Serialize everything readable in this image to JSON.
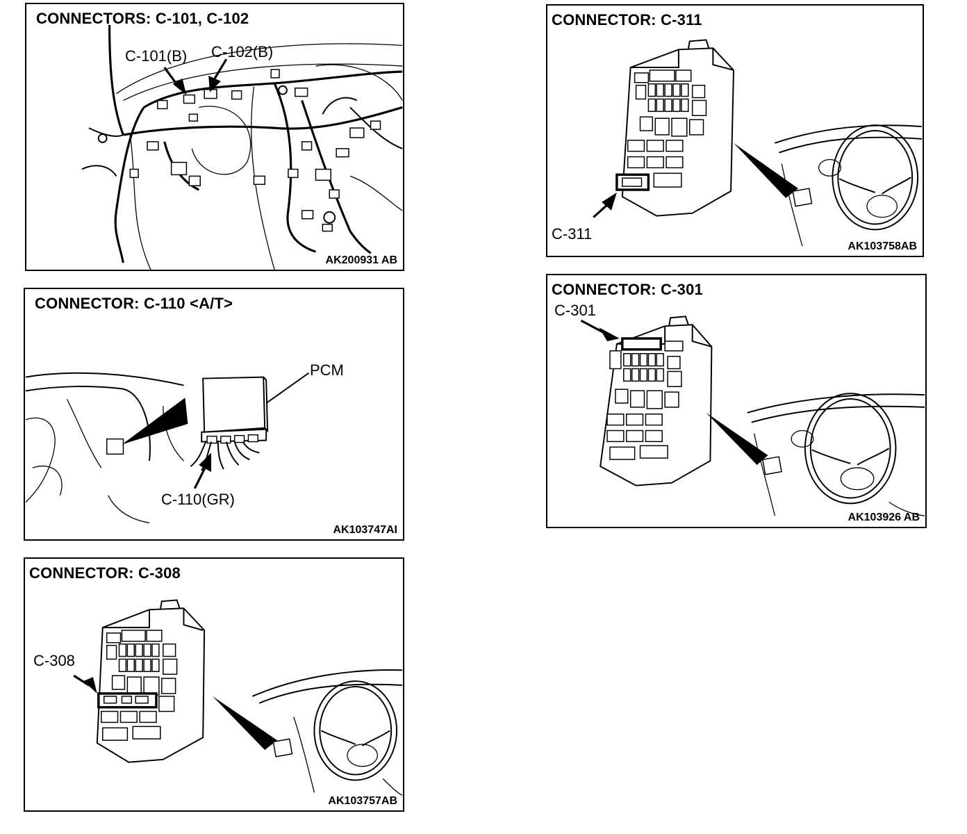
{
  "panels": {
    "c101_c102": {
      "title": "CONNECTORS: C-101, C-102",
      "code": "AK200931 AB",
      "labels": {
        "c101": "C-101(B)",
        "c102": "C-102(B)"
      }
    },
    "c110": {
      "title": "CONNECTOR: C-110 <A/T>",
      "code": "AK103747AI",
      "labels": {
        "pcm": "PCM",
        "c110": "C-110(GR)"
      }
    },
    "c308": {
      "title": "CONNECTOR: C-308",
      "code": "AK103757AB",
      "labels": {
        "c308": "C-308"
      }
    },
    "c311": {
      "title": "CONNECTOR: C-311",
      "code": "AK103758AB",
      "labels": {
        "c311": "C-311"
      }
    },
    "c301": {
      "title": "CONNECTOR: C-301",
      "code": "AK103926 AB",
      "labels": {
        "c301": "C-301"
      }
    }
  }
}
